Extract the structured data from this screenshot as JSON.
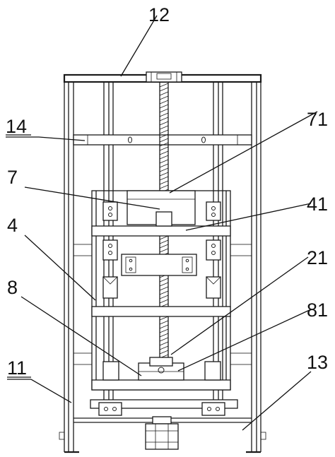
{
  "labels": {
    "l12": "12",
    "l14": "14",
    "l71": "71",
    "l7": "7",
    "l41": "41",
    "l4": "4",
    "l21": "21",
    "l8": "8",
    "l81": "81",
    "l11": "11",
    "l13": "13"
  }
}
